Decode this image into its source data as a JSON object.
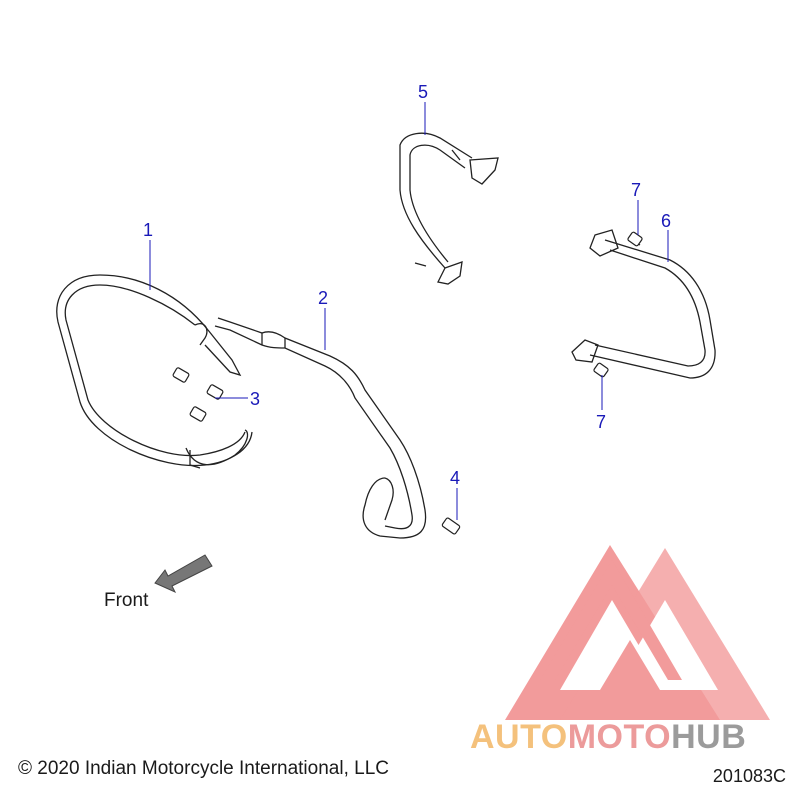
{
  "callouts": {
    "c1": "1",
    "c2": "2",
    "c3": "3",
    "c4": "4",
    "c5": "5",
    "c6": "6",
    "c7a": "7",
    "c7b": "7"
  },
  "front_label": "Front",
  "copyright": "© 2020 Indian Motorcycle International, LLC",
  "drawing_number": "201083C",
  "watermark": {
    "part1": "AUTO",
    "part2": "MOTO",
    "part3": "HUB",
    "color1": "#f3b766",
    "color2": "#e98a8a",
    "color3": "#8a8a8a"
  },
  "colors": {
    "callout": "#1a1ab8",
    "line_art": "#222222",
    "logo": "#e94a4a"
  }
}
